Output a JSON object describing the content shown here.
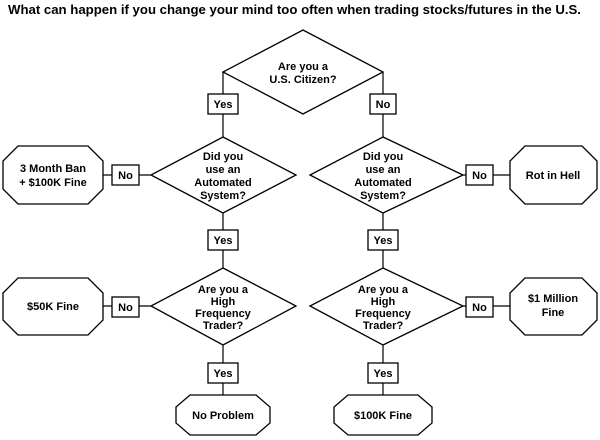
{
  "title": "What can happen if you change your mind too often when trading stocks/futures in the U.S.",
  "nodes": {
    "q_citizen": [
      "Are you a",
      "U.S. Citizen?"
    ],
    "q_auto_left": [
      "Did you",
      "use an",
      "Automated",
      "System?"
    ],
    "q_auto_right": [
      "Did you",
      "use an",
      "Automated",
      "System?"
    ],
    "q_hft_left": [
      "Are you a",
      "High",
      "Frequency",
      "Trader?"
    ],
    "q_hft_right": [
      "Are you a",
      "High",
      "Frequency",
      "Trader?"
    ],
    "r_ban": [
      "3 Month Ban",
      "+ $100K Fine"
    ],
    "r_hell": [
      "Rot in Hell"
    ],
    "r_50k": [
      "$50K Fine"
    ],
    "r_1m": [
      "$1 Million",
      "Fine"
    ],
    "r_noproblem": [
      "No Problem"
    ],
    "r_100k": [
      "$100K Fine"
    ]
  },
  "labels": {
    "citizen_yes": "Yes",
    "citizen_no": "No",
    "auto_left_no": "No",
    "auto_left_yes": "Yes",
    "auto_right_no": "No",
    "auto_right_yes": "Yes",
    "hft_left_no": "No",
    "hft_left_yes": "Yes",
    "hft_right_no": "No",
    "hft_right_yes": "Yes"
  }
}
